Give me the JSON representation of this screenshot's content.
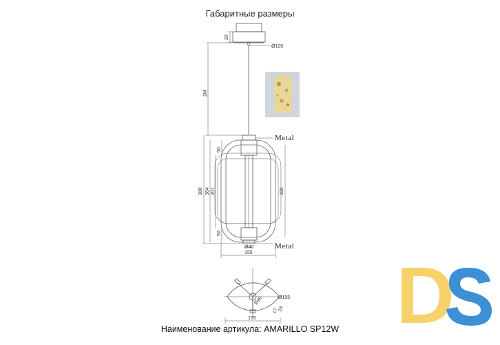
{
  "title": "Габаритные размеры",
  "article_label": "Наименование артикула: AMARILLO SP12W",
  "materials": {
    "top": "Metal",
    "bottom": "Metal"
  },
  "dimensions": {
    "canopy_height": "30",
    "canopy_diameter": "Ø120",
    "cable_length": "2M",
    "total_height": "380",
    "shade_height": "364",
    "glass_height": "320",
    "tube_height": "207",
    "cap_top": "50",
    "cap_bottom": "50",
    "tube_diameter": "Ø40",
    "shade_width": "155",
    "plan_width": "155",
    "plan_diameter": "Ø195",
    "plan_inner_diameter": "Ø40",
    "plan_small_a": "17",
    "plan_small_b": "18"
  },
  "colors": {
    "logo_blue": "#3d8fd6",
    "logo_yellow": "#f7d26b"
  }
}
